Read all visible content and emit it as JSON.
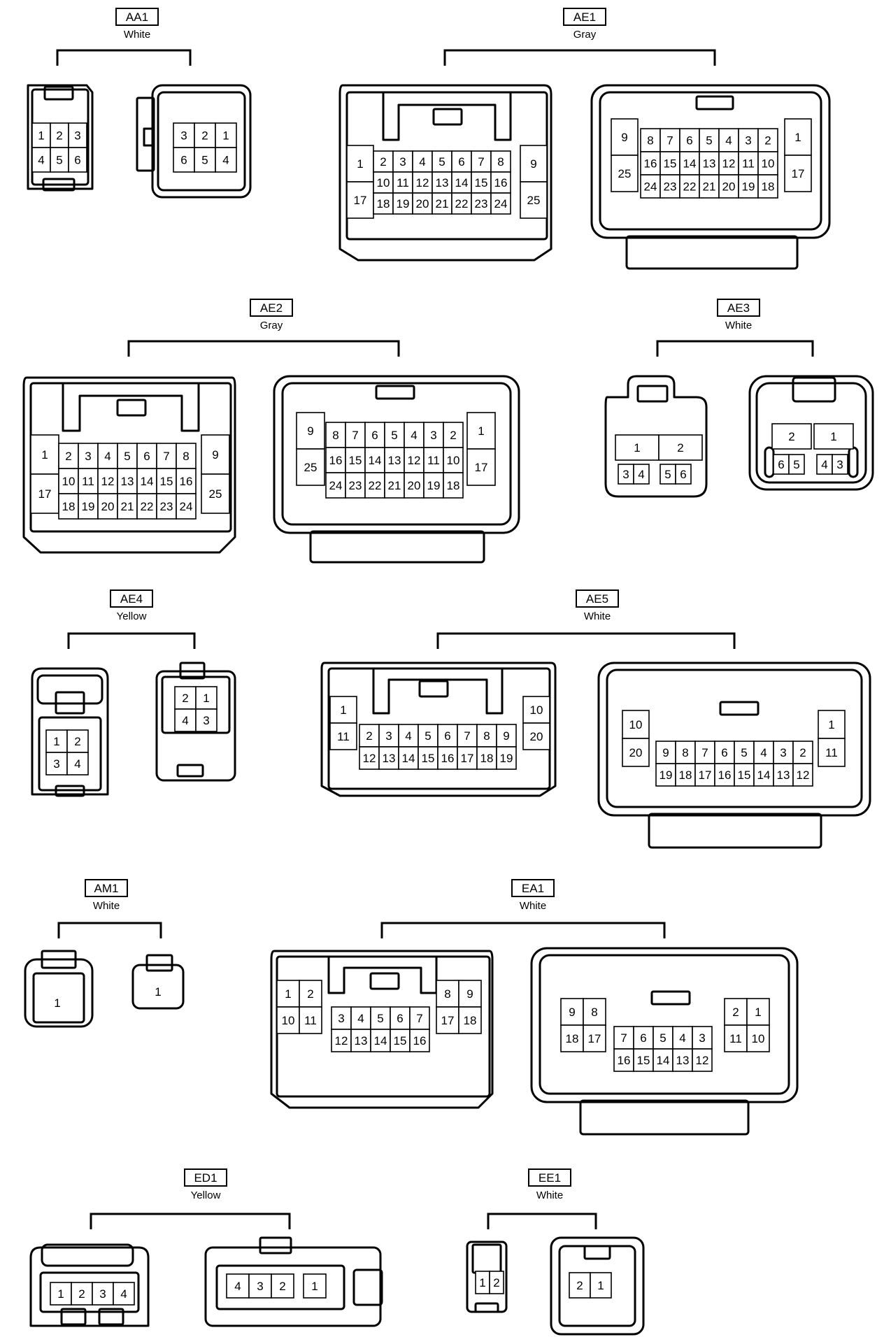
{
  "connectors": [
    {
      "id": "AA1",
      "color": "White",
      "views": [
        {
          "pins": [
            [
              "1",
              "2",
              "3"
            ],
            [
              "4",
              "5",
              "6"
            ]
          ]
        },
        {
          "pins": [
            [
              "3",
              "2",
              "1"
            ],
            [
              "6",
              "5",
              "4"
            ]
          ]
        }
      ]
    },
    {
      "id": "AE1",
      "color": "Gray",
      "views": [
        {
          "left": [
            "1",
            "17"
          ],
          "right": [
            "9",
            "25"
          ],
          "pins": [
            [
              "2",
              "3",
              "4",
              "5",
              "6",
              "7",
              "8"
            ],
            [
              "10",
              "11",
              "12",
              "13",
              "14",
              "15",
              "16"
            ],
            [
              "18",
              "19",
              "20",
              "21",
              "22",
              "23",
              "24"
            ]
          ]
        },
        {
          "left": [
            "9",
            "25"
          ],
          "right": [
            "1",
            "17"
          ],
          "pins": [
            [
              "8",
              "7",
              "6",
              "5",
              "4",
              "3",
              "2"
            ],
            [
              "16",
              "15",
              "14",
              "13",
              "12",
              "11",
              "10"
            ],
            [
              "24",
              "23",
              "22",
              "21",
              "20",
              "19",
              "18"
            ]
          ]
        }
      ]
    },
    {
      "id": "AE2",
      "color": "Gray",
      "views": [
        {
          "left": [
            "1",
            "17"
          ],
          "right": [
            "9",
            "25"
          ],
          "pins": [
            [
              "2",
              "3",
              "4",
              "5",
              "6",
              "7",
              "8"
            ],
            [
              "10",
              "11",
              "12",
              "13",
              "14",
              "15",
              "16"
            ],
            [
              "18",
              "19",
              "20",
              "21",
              "22",
              "23",
              "24"
            ]
          ]
        },
        {
          "left": [
            "9",
            "25"
          ],
          "right": [
            "1",
            "17"
          ],
          "pins": [
            [
              "8",
              "7",
              "6",
              "5",
              "4",
              "3",
              "2"
            ],
            [
              "16",
              "15",
              "14",
              "13",
              "12",
              "11",
              "10"
            ],
            [
              "24",
              "23",
              "22",
              "21",
              "20",
              "19",
              "18"
            ]
          ]
        }
      ]
    },
    {
      "id": "AE3",
      "color": "White",
      "views": [
        {
          "pins": [
            [
              "1",
              "2"
            ],
            [
              "3",
              "4",
              "5",
              "6"
            ]
          ]
        },
        {
          "pins": [
            [
              "2",
              "1"
            ],
            [
              "6",
              "5",
              "4",
              "3"
            ]
          ]
        }
      ]
    },
    {
      "id": "AE4",
      "color": "Yellow",
      "views": [
        {
          "pins": [
            [
              "1",
              "2"
            ],
            [
              "3",
              "4"
            ]
          ]
        },
        {
          "pins": [
            [
              "2",
              "1"
            ],
            [
              "4",
              "3"
            ]
          ]
        }
      ]
    },
    {
      "id": "AE5",
      "color": "White",
      "views": [
        {
          "left": [
            "1",
            "11"
          ],
          "right": [
            "10",
            "20"
          ],
          "pins": [
            [
              "2",
              "3",
              "4",
              "5",
              "6",
              "7",
              "8",
              "9"
            ],
            [
              "12",
              "13",
              "14",
              "15",
              "16",
              "17",
              "18",
              "19"
            ]
          ]
        },
        {
          "left": [
            "10",
            "20"
          ],
          "right": [
            "1",
            "11"
          ],
          "pins": [
            [
              "9",
              "8",
              "7",
              "6",
              "5",
              "4",
              "3",
              "2"
            ],
            [
              "19",
              "18",
              "17",
              "16",
              "15",
              "14",
              "13",
              "12"
            ]
          ]
        }
      ]
    },
    {
      "id": "AM1",
      "color": "White",
      "views": [
        {
          "pins": [
            [
              "1"
            ]
          ]
        },
        {
          "pins": [
            [
              "1"
            ]
          ]
        }
      ]
    },
    {
      "id": "EA1",
      "color": "White",
      "views": [
        {
          "left": [
            [
              "1",
              "2"
            ],
            [
              "10",
              "11"
            ]
          ],
          "right": [
            [
              "8",
              "9"
            ],
            [
              "17",
              "18"
            ]
          ],
          "pins": [
            [
              "3",
              "4",
              "5",
              "6",
              "7"
            ],
            [
              "12",
              "13",
              "14",
              "15",
              "16"
            ]
          ]
        },
        {
          "left": [
            [
              "9",
              "8"
            ],
            [
              "18",
              "17"
            ]
          ],
          "right": [
            [
              "2",
              "1"
            ],
            [
              "11",
              "10"
            ]
          ],
          "pins": [
            [
              "7",
              "6",
              "5",
              "4",
              "3"
            ],
            [
              "16",
              "15",
              "14",
              "13",
              "12"
            ]
          ]
        }
      ]
    },
    {
      "id": "ED1",
      "color": "Yellow",
      "views": [
        {
          "pins": [
            [
              "1",
              "2",
              "3",
              "4"
            ]
          ]
        },
        {
          "pins": [
            [
              "4",
              "3",
              "2",
              "1"
            ]
          ]
        }
      ]
    },
    {
      "id": "EE1",
      "color": "White",
      "views": [
        {
          "pins": [
            [
              "1",
              "2"
            ]
          ]
        },
        {
          "pins": [
            [
              "2",
              "1"
            ]
          ]
        }
      ]
    }
  ]
}
